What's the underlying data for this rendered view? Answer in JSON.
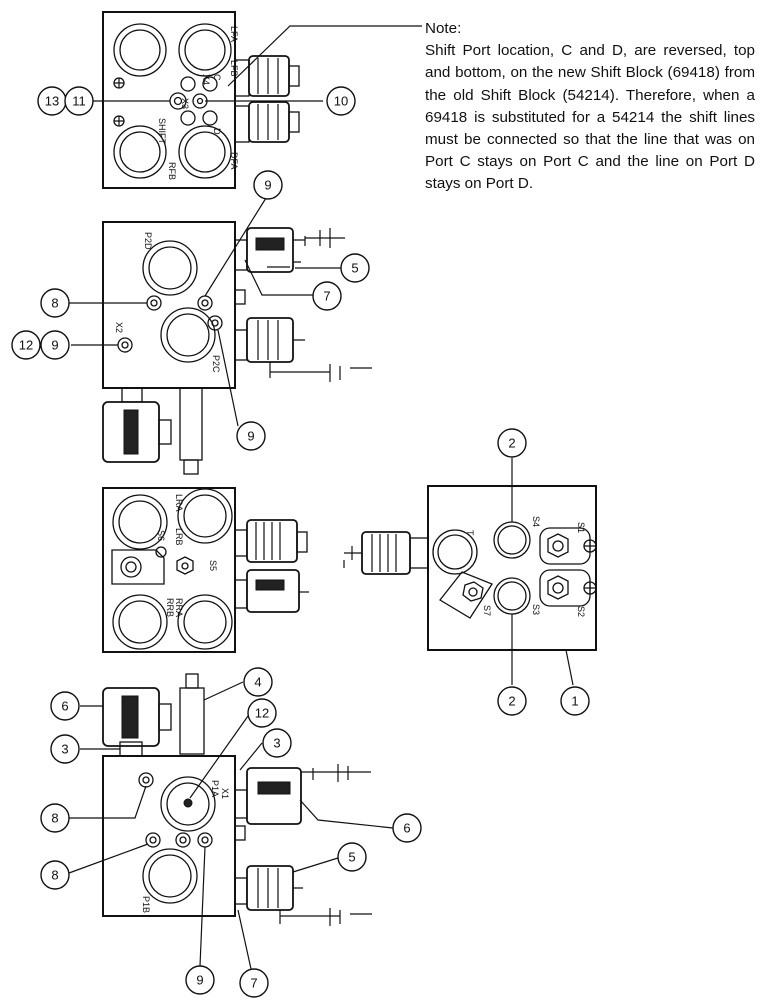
{
  "note": {
    "title": "Note:",
    "body": "Shift Port location, C and D, are reversed, top and bottom, on the new Shift Block (69418) from the old Shift Block (54214). Therefore, when a 69418 is substituted for a 54214 the shift lines must be connected so that the line that was on Port C stays on Port C and the line on Port D stays on Port D."
  },
  "callouts": [
    "1",
    "2",
    "3",
    "4",
    "5",
    "6",
    "7",
    "8",
    "9",
    "10",
    "11",
    "12",
    "13"
  ],
  "port_labels": {
    "lfa": "LFA",
    "lfb": "LFB",
    "rfb": "RFB",
    "dfa": "DFA",
    "shift": "SHIFT",
    "x4": "X4",
    "x3": "X3",
    "c": "C",
    "d": "D",
    "p2d": "P2D",
    "p2c": "P2C",
    "x2": "X2",
    "lra": "LRA",
    "lrb": "LRB",
    "rrb": "RRB",
    "rra": "RRA",
    "s5": "S5",
    "s6": "S6",
    "t": "T",
    "s1": "S1",
    "s2": "S2",
    "s3": "S3",
    "s4": "S4",
    "s7": "S7",
    "p1a": "P1A",
    "x1": "X1",
    "p1b": "P1B"
  }
}
